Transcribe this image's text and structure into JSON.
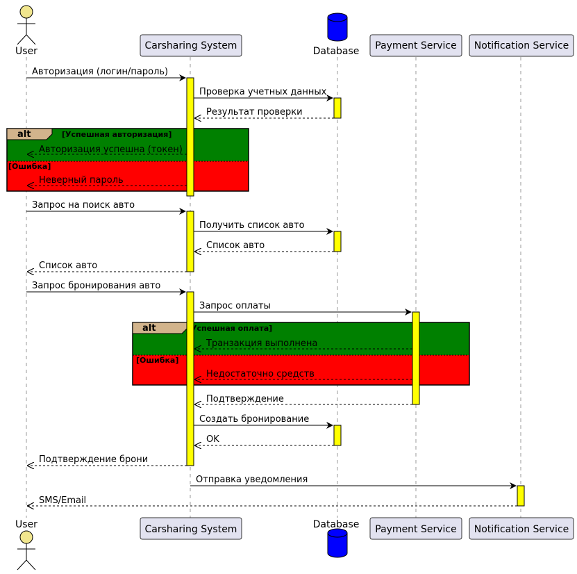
{
  "participants": {
    "user": "User",
    "system": "Carsharing System",
    "database": "Database",
    "payment": "Payment Service",
    "notification": "Notification Service"
  },
  "colors": {
    "participant_fill": "#e2e2f0",
    "activation_fill": "#ffff00",
    "actor_fill": "#f1e68e",
    "database_fill": "#0000ff",
    "alt_success": "#008000",
    "alt_error": "#ff0000",
    "alt_tab": "#d2b48c"
  },
  "alt_blocks": [
    {
      "keyword": "alt",
      "guard": "[Успешная авторизация]",
      "else_guard": "[Ошибка]"
    },
    {
      "keyword": "alt",
      "guard": "[Успешная оплата]",
      "else_guard": "[Ошибка]"
    }
  ],
  "messages": [
    {
      "text": "Авторизация (логин/пароль)"
    },
    {
      "text": "Проверка учетных данных"
    },
    {
      "text": "Результат проверки"
    },
    {
      "text": "Авторизация успешна (токен)"
    },
    {
      "text": "Неверный пароль"
    },
    {
      "text": "Запрос на поиск авто"
    },
    {
      "text": "Получить список авто"
    },
    {
      "text": "Список авто"
    },
    {
      "text": "Список авто"
    },
    {
      "text": "Запрос бронирования авто"
    },
    {
      "text": "Запрос оплаты"
    },
    {
      "text": "Транзакция выполнена"
    },
    {
      "text": "Недостаточно средств"
    },
    {
      "text": "Подтверждение"
    },
    {
      "text": "Создать бронирование"
    },
    {
      "text": "OK"
    },
    {
      "text": "Подтверждение брони"
    },
    {
      "text": "Отправка уведомления"
    },
    {
      "text": "SMS/Email"
    }
  ]
}
